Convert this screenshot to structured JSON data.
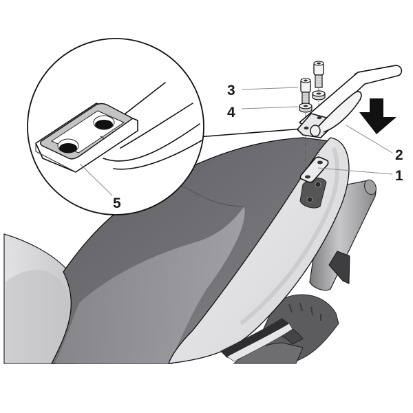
{
  "diagram": {
    "subject": "Motorcycle rear rack / top case fitting assembly",
    "background": "#ffffff",
    "colors": {
      "seat_dark": "#6a6a6e",
      "seat_mid": "#8c8c90",
      "panel_light": "#d9d9db",
      "panel_white": "#ececee",
      "tank_light": "#d0d0d2",
      "exhaust": "#9a9a9c",
      "tire": "#5a5a5c",
      "ink": "#111111",
      "leader": "#8a8a8a",
      "gasket": "#c4c4c4"
    },
    "callouts": [
      {
        "id": "1",
        "label": "1",
        "part": "lower mounting plate"
      },
      {
        "id": "2",
        "label": "2",
        "part": "rear rack / grab handle bracket"
      },
      {
        "id": "3",
        "label": "3",
        "part": "bolt"
      },
      {
        "id": "4",
        "label": "4",
        "part": "washer / spacer"
      },
      {
        "id": "5",
        "label": "5",
        "part": "rubber gasket"
      }
    ],
    "detail_view": {
      "label": "magnified detail of mounting plate with gasket",
      "callout": "5"
    },
    "direction_arrow": {
      "direction": "down-right",
      "meaning": "installation direction"
    }
  }
}
